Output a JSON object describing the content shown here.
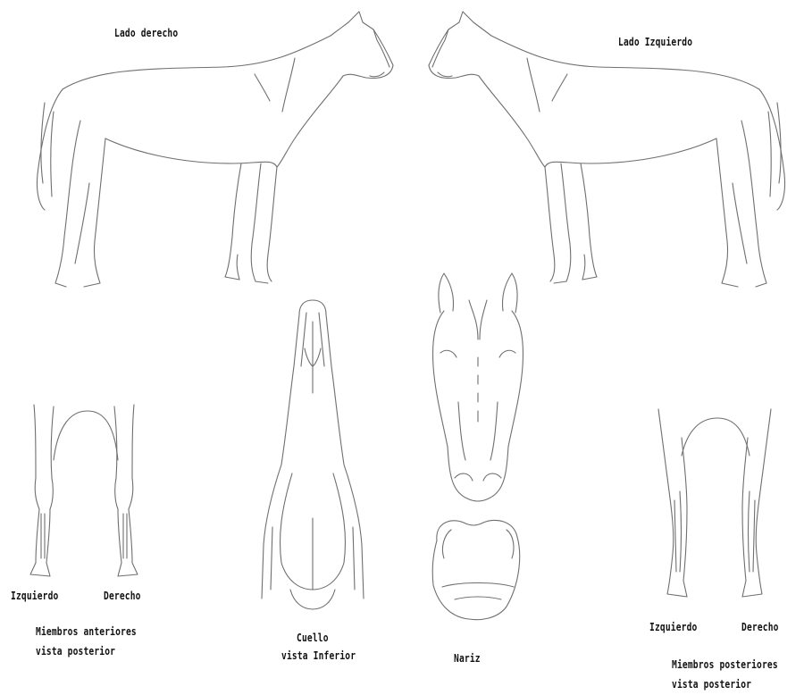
{
  "labels": {
    "right_side": "Lado derecho",
    "left_side": "Lado Izquierdo",
    "front_left": "Izquierdo",
    "front_right": "Derecho",
    "front_caption_1": "Miembros anteriores",
    "front_caption_2": "vista posterior",
    "neck_1": "Cuello",
    "neck_2": "vista Inferior",
    "nose": "Nariz",
    "hind_left": "Izquierdo",
    "hind_right": "Derecho",
    "hind_caption_1": "Miembros posteriores",
    "hind_caption_2": "vista posterior"
  },
  "colors": {
    "line": "#6f6f6f",
    "text": "#111111",
    "background": "#ffffff"
  }
}
